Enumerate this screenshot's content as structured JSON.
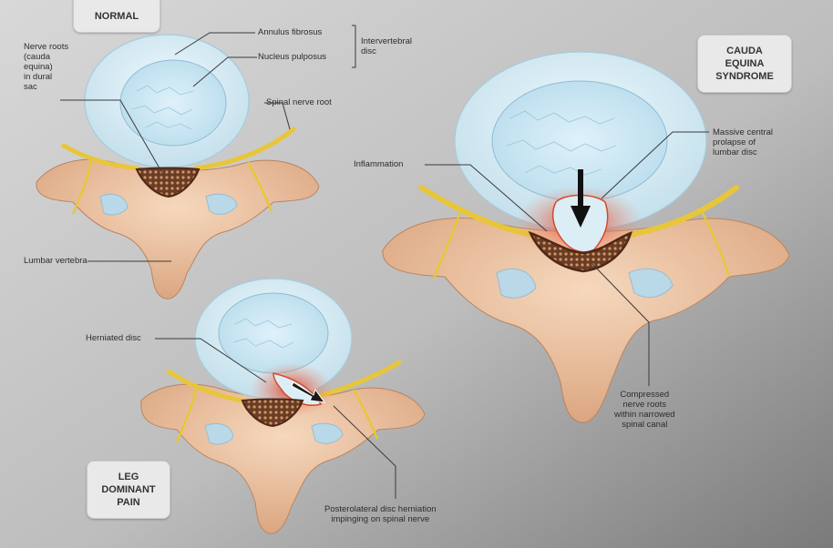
{
  "badges": {
    "normal": "NORMAL",
    "cauda": [
      "CAUDA",
      "EQUINA",
      "SYNDROME"
    ],
    "leg": [
      "LEG",
      "DOMINANT",
      "PAIN"
    ]
  },
  "labels": {
    "nerve_roots": [
      "Nerve roots",
      "(cauda",
      "equina)",
      "in dural",
      "sac"
    ],
    "annulus": "Annulus fibrosus",
    "nucleus": "Nucleus pulposus",
    "interverterbral": [
      "Intervertebral",
      "disc"
    ],
    "spinal_nerve_root": "Spinal nerve root",
    "lumbar_vertebra": "Lumbar vertebra",
    "herniated_disc": "Herniated disc",
    "posterolateral": [
      "Posterolateral disc herniation",
      "impinging on spinal nerve"
    ],
    "inflammation": "Inflammation",
    "massive_central": [
      "Massive central",
      "prolapse of",
      "lumbar disc"
    ],
    "compressed": [
      "Compressed",
      "nerve roots",
      "within narrowed",
      "spinal canal"
    ]
  },
  "colors": {
    "background_light": "#d3d3d3",
    "background_dark": "#7d7d7d",
    "disc": "#d6ecf5",
    "bone": "#eab995",
    "nerve": "#e9c83a",
    "inflammation": "#d9472c"
  }
}
